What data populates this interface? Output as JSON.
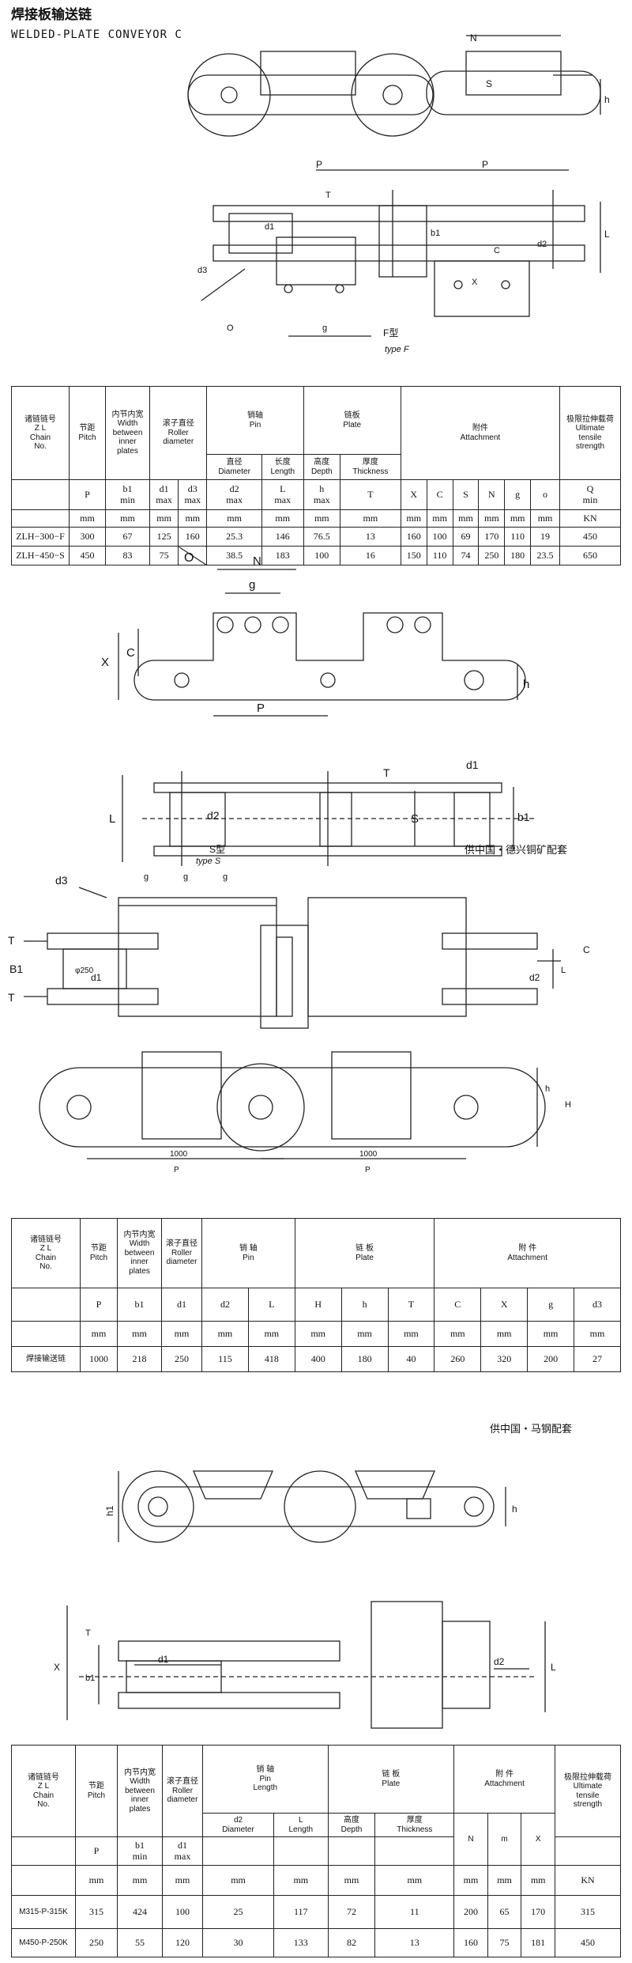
{
  "header": {
    "title_cn": "焊接板输送链",
    "title_en": "WELDED-PLATE CONVEYOR C"
  },
  "fig1": {
    "labels": [
      "N",
      "S",
      "h",
      "P",
      "P",
      "T",
      "d1",
      "b1",
      "C",
      "d2",
      "L",
      "d3",
      "X",
      "O",
      "g"
    ],
    "type_cn": "F型",
    "type_en": "type F"
  },
  "table1": {
    "head1": [
      "诸链链号\nZ L\nChain\nNo.",
      "节距\nPitch",
      "内节内宽\nWidth\nbetween\ninner\nplates",
      "滚子直径\nRoller\ndiameter",
      "销轴\nPin",
      "链板\nPlate",
      "附件\nAttachment",
      "极限拉伸载荷\nUltimate\ntensile\nstrength"
    ],
    "head_pin": [
      "直径\nDiameter",
      "长度\nLength"
    ],
    "head_plate": [
      "高度\nDepth",
      "厚度\nThickness"
    ],
    "symbols": [
      "P",
      "b1\nmin",
      "d1\nmax",
      "d3\nmax",
      "d2\nmax",
      "L\nmax",
      "h\nmax",
      "T",
      "X",
      "C",
      "S",
      "N",
      "g",
      "o",
      "Q\nmin"
    ],
    "units": [
      "mm",
      "mm",
      "mm",
      "mm",
      "mm",
      "mm",
      "mm",
      "mm",
      "mm",
      "mm",
      "mm",
      "mm",
      "mm",
      "mm",
      "KN"
    ],
    "rows": [
      [
        "ZLH−300−F",
        "300",
        "67",
        "125",
        "160",
        "25.3",
        "146",
        "76.5",
        "13",
        "160",
        "100",
        "69",
        "170",
        "110",
        "19",
        "450"
      ],
      [
        "ZLH−450−S",
        "450",
        "83",
        "75",
        "",
        "38.5",
        "183",
        "100",
        "16",
        "150",
        "110",
        "74",
        "250",
        "180",
        "23.5",
        "650"
      ]
    ]
  },
  "fig2": {
    "labels": [
      "O",
      "N",
      "g",
      "X",
      "C",
      "h",
      "P",
      "d1",
      "T",
      "L",
      "d2",
      "S",
      "b1"
    ],
    "type_cn": "S型",
    "type_en": "type S",
    "supplier": "供中国・德兴铜矿配套"
  },
  "fig3": {
    "labels": [
      "d3",
      "g",
      "g",
      "g",
      "T",
      "B1",
      "T",
      "d1",
      "C",
      "L",
      "d2",
      "h",
      "H",
      "1000",
      "P",
      "1000",
      "P"
    ],
    "dia_label": "φ250"
  },
  "table2": {
    "head1": [
      "诸链链号\nZ L\nChain\nNo.",
      "节距\nPitch",
      "内节内宽\nWidth\nbetween\ninner\nplates",
      "滚子直径\nRoller\ndiameter",
      "销 轴\nPin",
      "链 板\nPlate",
      "附 件\nAttachment"
    ],
    "symbols": [
      "P",
      "b1",
      "d1",
      "d2",
      "L",
      "H",
      "h",
      "T",
      "C",
      "X",
      "g",
      "d3"
    ],
    "units": [
      "mm",
      "mm",
      "mm",
      "mm",
      "mm",
      "mm",
      "mm",
      "mm",
      "mm",
      "mm",
      "mm",
      "mm"
    ],
    "row": [
      "焊接输送链",
      "1000",
      "218",
      "250",
      "115",
      "418",
      "400",
      "180",
      "40",
      "260",
      "320",
      "200",
      "27"
    ]
  },
  "fig4": {
    "supplier": "供中国・马钢配套",
    "labels": [
      "h1",
      "h",
      "T",
      "b1",
      "d1",
      "X",
      "d2",
      "L"
    ]
  },
  "table3": {
    "head1": [
      "诸链链号\nZ L\nChain\nNo.",
      "节距\nPitch",
      "内节内宽\nWidth\nbetween\ninner\nplates",
      "滚子直径\nRoller\ndiameter",
      "销 轴\nPin\nLength",
      "链 板\nPlate",
      "附 件\nAttachment",
      "极限拉伸载荷\nUltimate\ntensile\nstrength"
    ],
    "head_pin": [
      "d2\nDiameter",
      "L\nLength"
    ],
    "head_plate": [
      "高度\nDepth",
      "厚度\nThickness"
    ],
    "symbols": [
      "P",
      "b1\nmin",
      "d1\nmax",
      "N",
      "m",
      "X"
    ],
    "units": [
      "mm",
      "mm",
      "mm",
      "mm",
      "mm",
      "mm",
      "mm",
      "mm",
      "mm",
      "mm",
      "mm",
      "KN"
    ],
    "rows": [
      [
        "M315-P-315K",
        "315",
        "424",
        "100",
        "25",
        "117",
        "72",
        "11",
        "200",
        "65",
        "170",
        "315"
      ],
      [
        "M450-P-250K",
        "250",
        "55",
        "120",
        "30",
        "133",
        "82",
        "13",
        "160",
        "75",
        "181",
        "450"
      ]
    ]
  }
}
